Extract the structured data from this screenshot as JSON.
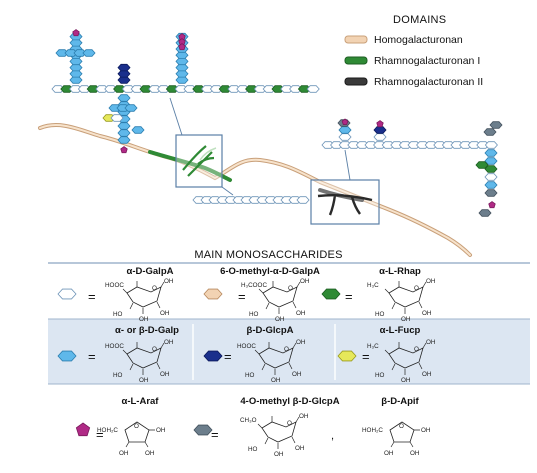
{
  "legend": {
    "title": "DOMAINS",
    "items": [
      {
        "label": "Homogalacturonan",
        "color": "#f2d3b3",
        "border": "#c9a07a"
      },
      {
        "label": "Rhamnogalacturonan I",
        "color": "#2f8a35",
        "border": "#1d5e22"
      },
      {
        "label": "Rhamnogalacturonan II",
        "color": "#3a3a3a",
        "border": "#1a1a1a"
      }
    ]
  },
  "section_title": "MAIN MONOSACCHARIDES",
  "monosaccharides": [
    {
      "name": "α-D-GalpA",
      "symbol": "hexagon",
      "color": "#ffffff",
      "stroke": "#6f95b8"
    },
    {
      "name": "6-O-methyl-α-D-GalpA",
      "symbol": "hexagon",
      "color": "#f2d3b3",
      "stroke": "#b88a60"
    },
    {
      "name": "α-L-Rhap",
      "symbol": "hexagon",
      "color": "#2f8a35",
      "stroke": "#1d5e22"
    },
    {
      "name": "α- or β-D-Galp",
      "symbol": "hexagon",
      "color": "#5fb8ea",
      "stroke": "#2d7fb0"
    },
    {
      "name": "β-D-GlcpA",
      "symbol": "hexagon",
      "color": "#1a2f8c",
      "stroke": "#0c1a5c"
    },
    {
      "name": "α-L-Fucp",
      "symbol": "hexagon",
      "color": "#e6e85a",
      "stroke": "#9a9c20"
    },
    {
      "name": "α-L-Araf",
      "symbol": "pentagon",
      "color": "#b02a86",
      "stroke": "#7a1a5c"
    },
    {
      "name": "4-O-methyl β-D-GlcpA",
      "symbol": "hexagon",
      "color": "#6c7e8c",
      "stroke": "#44525e"
    },
    {
      "name": "β-D-Apif",
      "symbol": "none",
      "color": "",
      "stroke": ""
    }
  ],
  "equals_sign": "=",
  "separator": ",",
  "structure_labels": {
    "cooh": "HOOC",
    "methyl_ester": "H₃COOC",
    "ch3": "H₃C",
    "ch3o": "CH₃O",
    "oh": "OH",
    "ho": "HO",
    "o": "O",
    "hoh2c": "HOH₂C"
  },
  "colors": {
    "band": "#dce6f2",
    "band_line": "#9fb4cc",
    "hg_fill": "#f2d3b3",
    "rg1": "#2f8a35",
    "rg2": "#2a2a2a",
    "box_stroke": "#5b7fa6"
  }
}
